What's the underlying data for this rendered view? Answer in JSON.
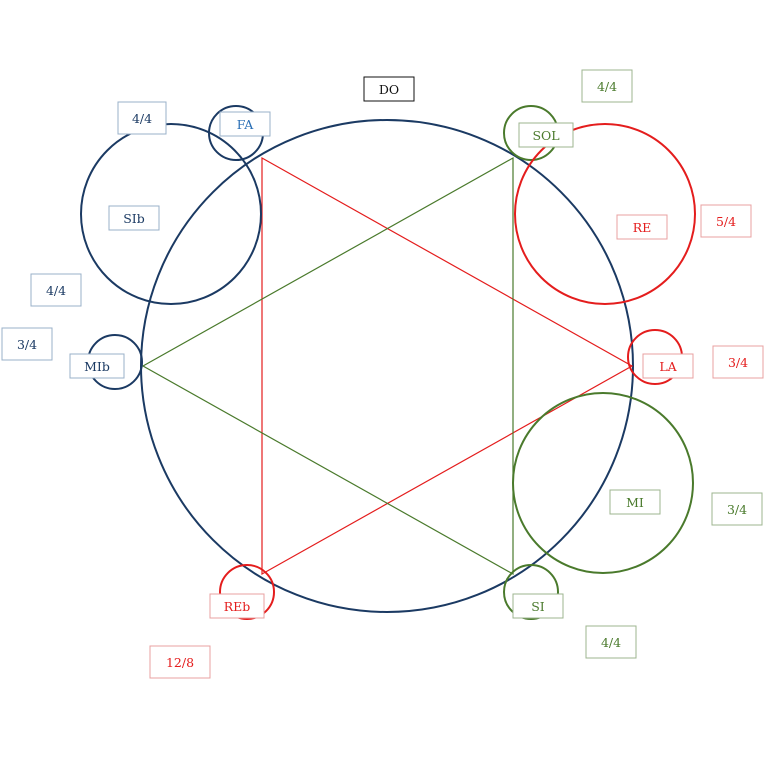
{
  "colors": {
    "navy": "#1b3a63",
    "navy_text": "#1b3a63",
    "red": "#e41d1d",
    "green": "#4a7a2c",
    "blue_text": "#2a6fb5",
    "black": "#111111"
  },
  "labels": {
    "do": "DO",
    "fa": "FA",
    "sol": "SOL",
    "sib": "SIb",
    "re": "RE",
    "mib": "MIb",
    "la": "LA",
    "mi": "MI",
    "reb": "REb",
    "si": "SI"
  },
  "meters": {
    "fa": "4/4",
    "sib": "4/4",
    "mib": "3/4",
    "sol": "4/4",
    "re": "5/4",
    "la": "3/4",
    "mi": "3/4",
    "si": "4/4",
    "reb": "12/8"
  }
}
